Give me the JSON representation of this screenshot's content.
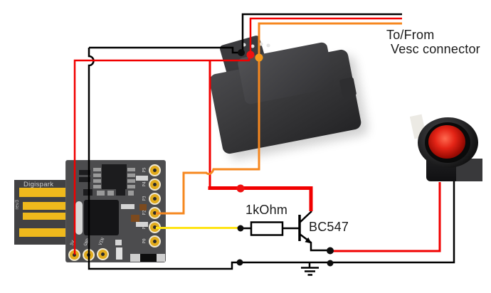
{
  "labels": {
    "to_from": "To/From",
    "vesc_connector": "Vesc connector",
    "resistor_value": "1kOhm",
    "transistor_type": "BC547"
  },
  "digispark": {
    "board_label": "Digispark",
    "revision_label": "rev3",
    "right_pins": [
      "P5",
      "P4",
      "P3",
      "P2",
      "P1",
      "P0"
    ],
    "bottom_pins": [
      "5V",
      "GND",
      "VIN"
    ]
  },
  "colors": {
    "wire_black": "#000000",
    "wire_red": "#f10000",
    "wire_orange": "#f6871f",
    "wire_yellow": "#ffe415",
    "dot_black": "#0d0d0d",
    "dot_red": "#ee1111",
    "dot_orange": "#f59a1d",
    "module_pin_dot": "#e4e4e4"
  }
}
